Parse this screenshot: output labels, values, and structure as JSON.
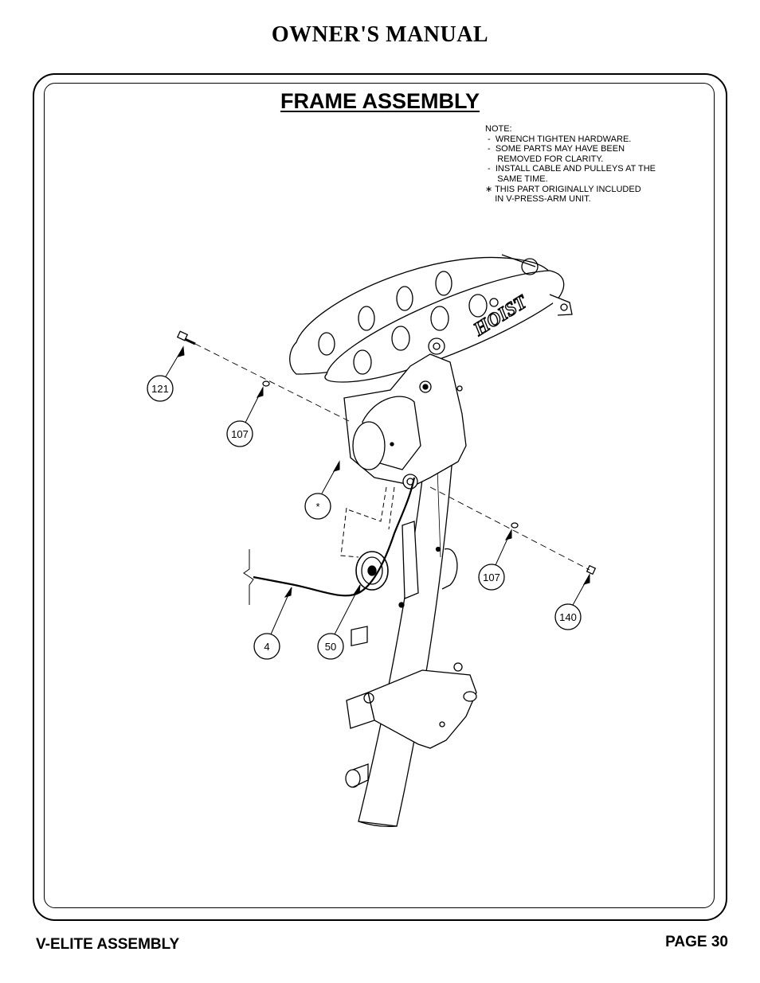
{
  "header": {
    "title": "OWNER'S MANUAL"
  },
  "section": {
    "title": "FRAME ASSEMBLY"
  },
  "note": {
    "lines": [
      "NOTE:",
      " -  WRENCH TIGHTEN HARDWARE.",
      " -  SOME PARTS MAY HAVE BEEN",
      "     REMOVED FOR CLARITY.",
      " -  INSTALL CABLE AND PULLEYS AT THE",
      "     SAME TIME.",
      "∗ THIS PART ORIGINALLY INCLUDED",
      "    IN V-PRESS-ARM UNIT."
    ]
  },
  "callouts": [
    "121",
    "107",
    "*",
    "107",
    "140",
    "4",
    "50"
  ],
  "logo_text": "HOIST",
  "footer": {
    "left": "V-ELITE ASSEMBLY",
    "right": "PAGE 30"
  }
}
